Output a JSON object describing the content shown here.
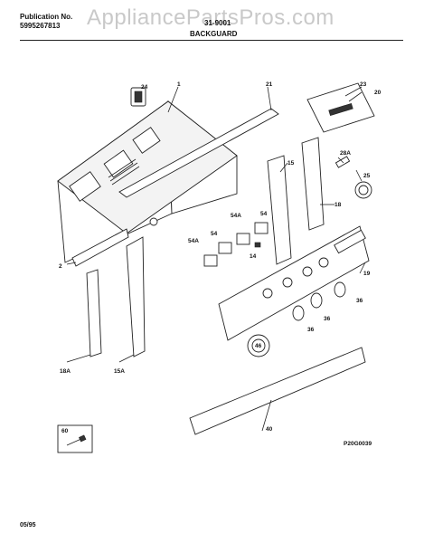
{
  "header": {
    "publication_label": "Publication No.",
    "publication_number": "5995267813",
    "model_fragment": "31-9001",
    "section_title": "BACKGUARD",
    "watermark": "AppliancePartsPros.com"
  },
  "callouts": {
    "c1": "1",
    "c2": "2",
    "c14": "14",
    "c15": "15",
    "c15a": "15A",
    "c18": "18",
    "c18a": "18A",
    "c19": "19",
    "c20": "20",
    "c21": "21",
    "c23": "23",
    "c24": "24",
    "c25": "25",
    "c28a": "28A",
    "c36a": "36",
    "c36b": "36",
    "c36c": "36",
    "c40": "40",
    "c46": "46",
    "c54a": "54",
    "c54b": "54",
    "c54A_a": "54A",
    "c54A_b": "54A",
    "c60": "60"
  },
  "figure_code": "P20G0039",
  "footer": {
    "date": "05/95"
  }
}
